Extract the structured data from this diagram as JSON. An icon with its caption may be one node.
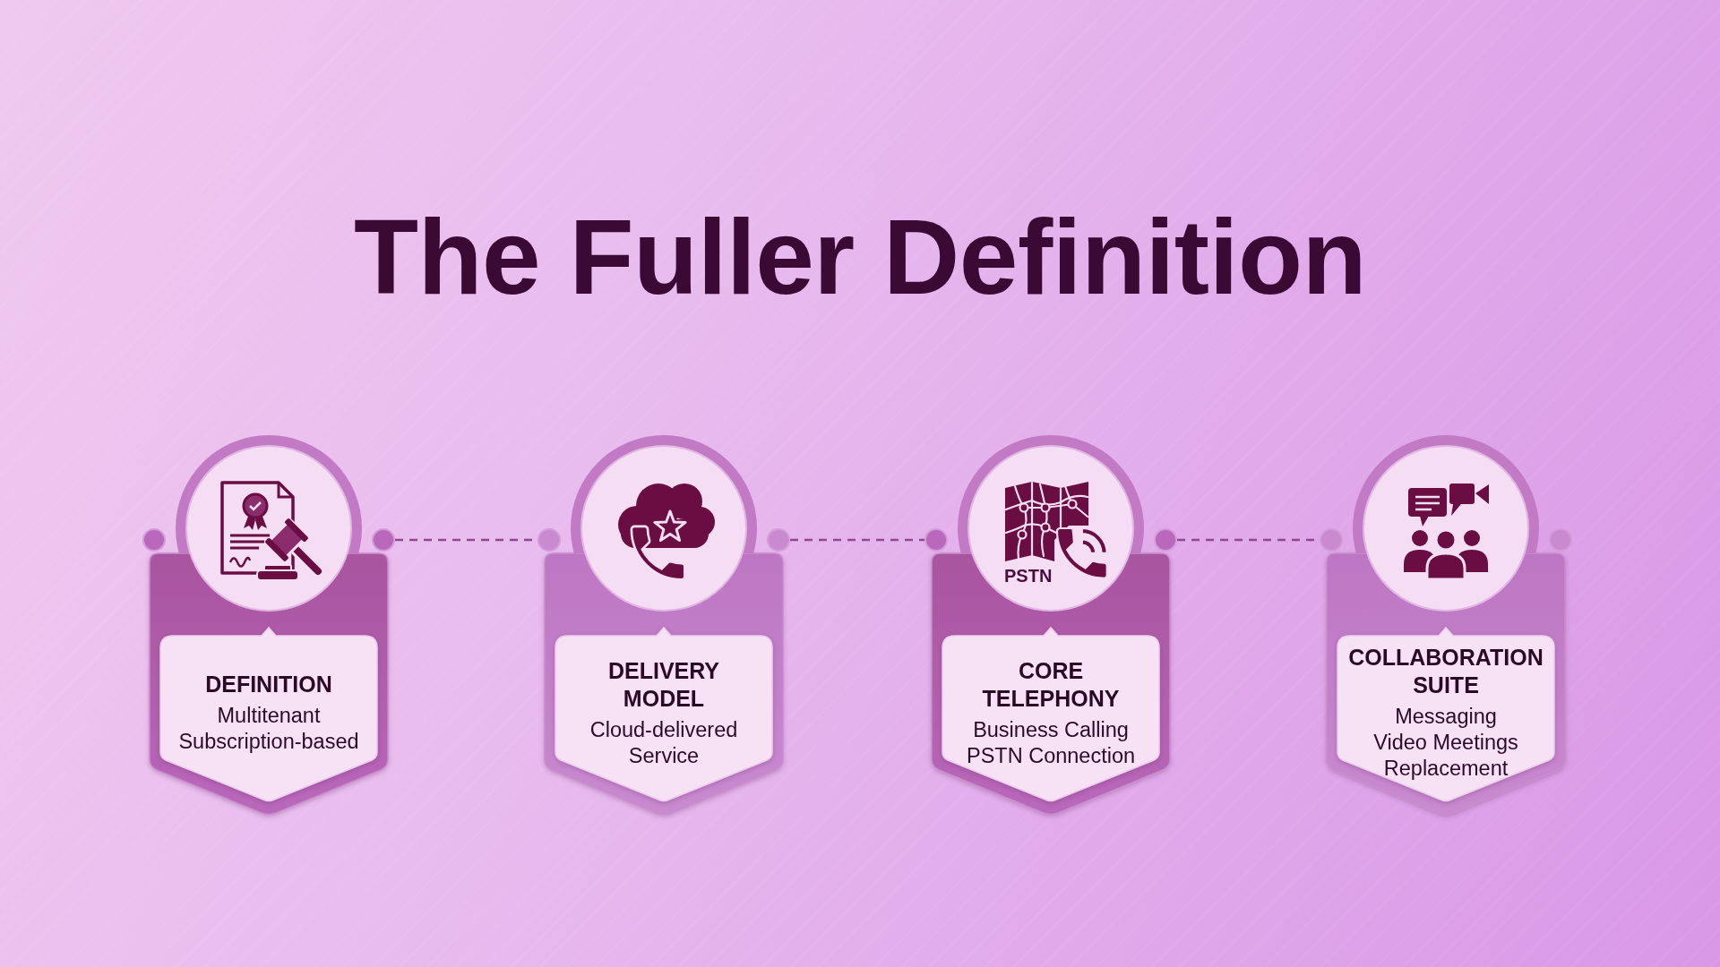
{
  "diagram": {
    "title": "The Fuller Definition",
    "nodes": [
      {
        "text": [
          "DEFINITION",
          "Multitenant Subscription-based"
        ]
      },
      {
        "text": [
          "DELIVERY MODEL",
          "Cloud-delivered Service"
        ]
      },
      {
        "text": [
          "CORE TELEPHONY",
          "Business Calling PSTN Connection"
        ]
      },
      {
        "text": [
          "COLLABORATION SUITE",
          "Messaging Video Meetings Replacement"
        ]
      }
    ],
    "edges": [
      {
        "from": 0,
        "to": 1,
        "arrow": "none",
        "style": "dashed"
      },
      {
        "from": 1,
        "to": 2,
        "arrow": "none",
        "style": "dashed"
      },
      {
        "from": 2,
        "to": 3,
        "arrow": "none",
        "style": "dashed"
      }
    ],
    "labels": [
      "PSTN"
    ]
  }
}
